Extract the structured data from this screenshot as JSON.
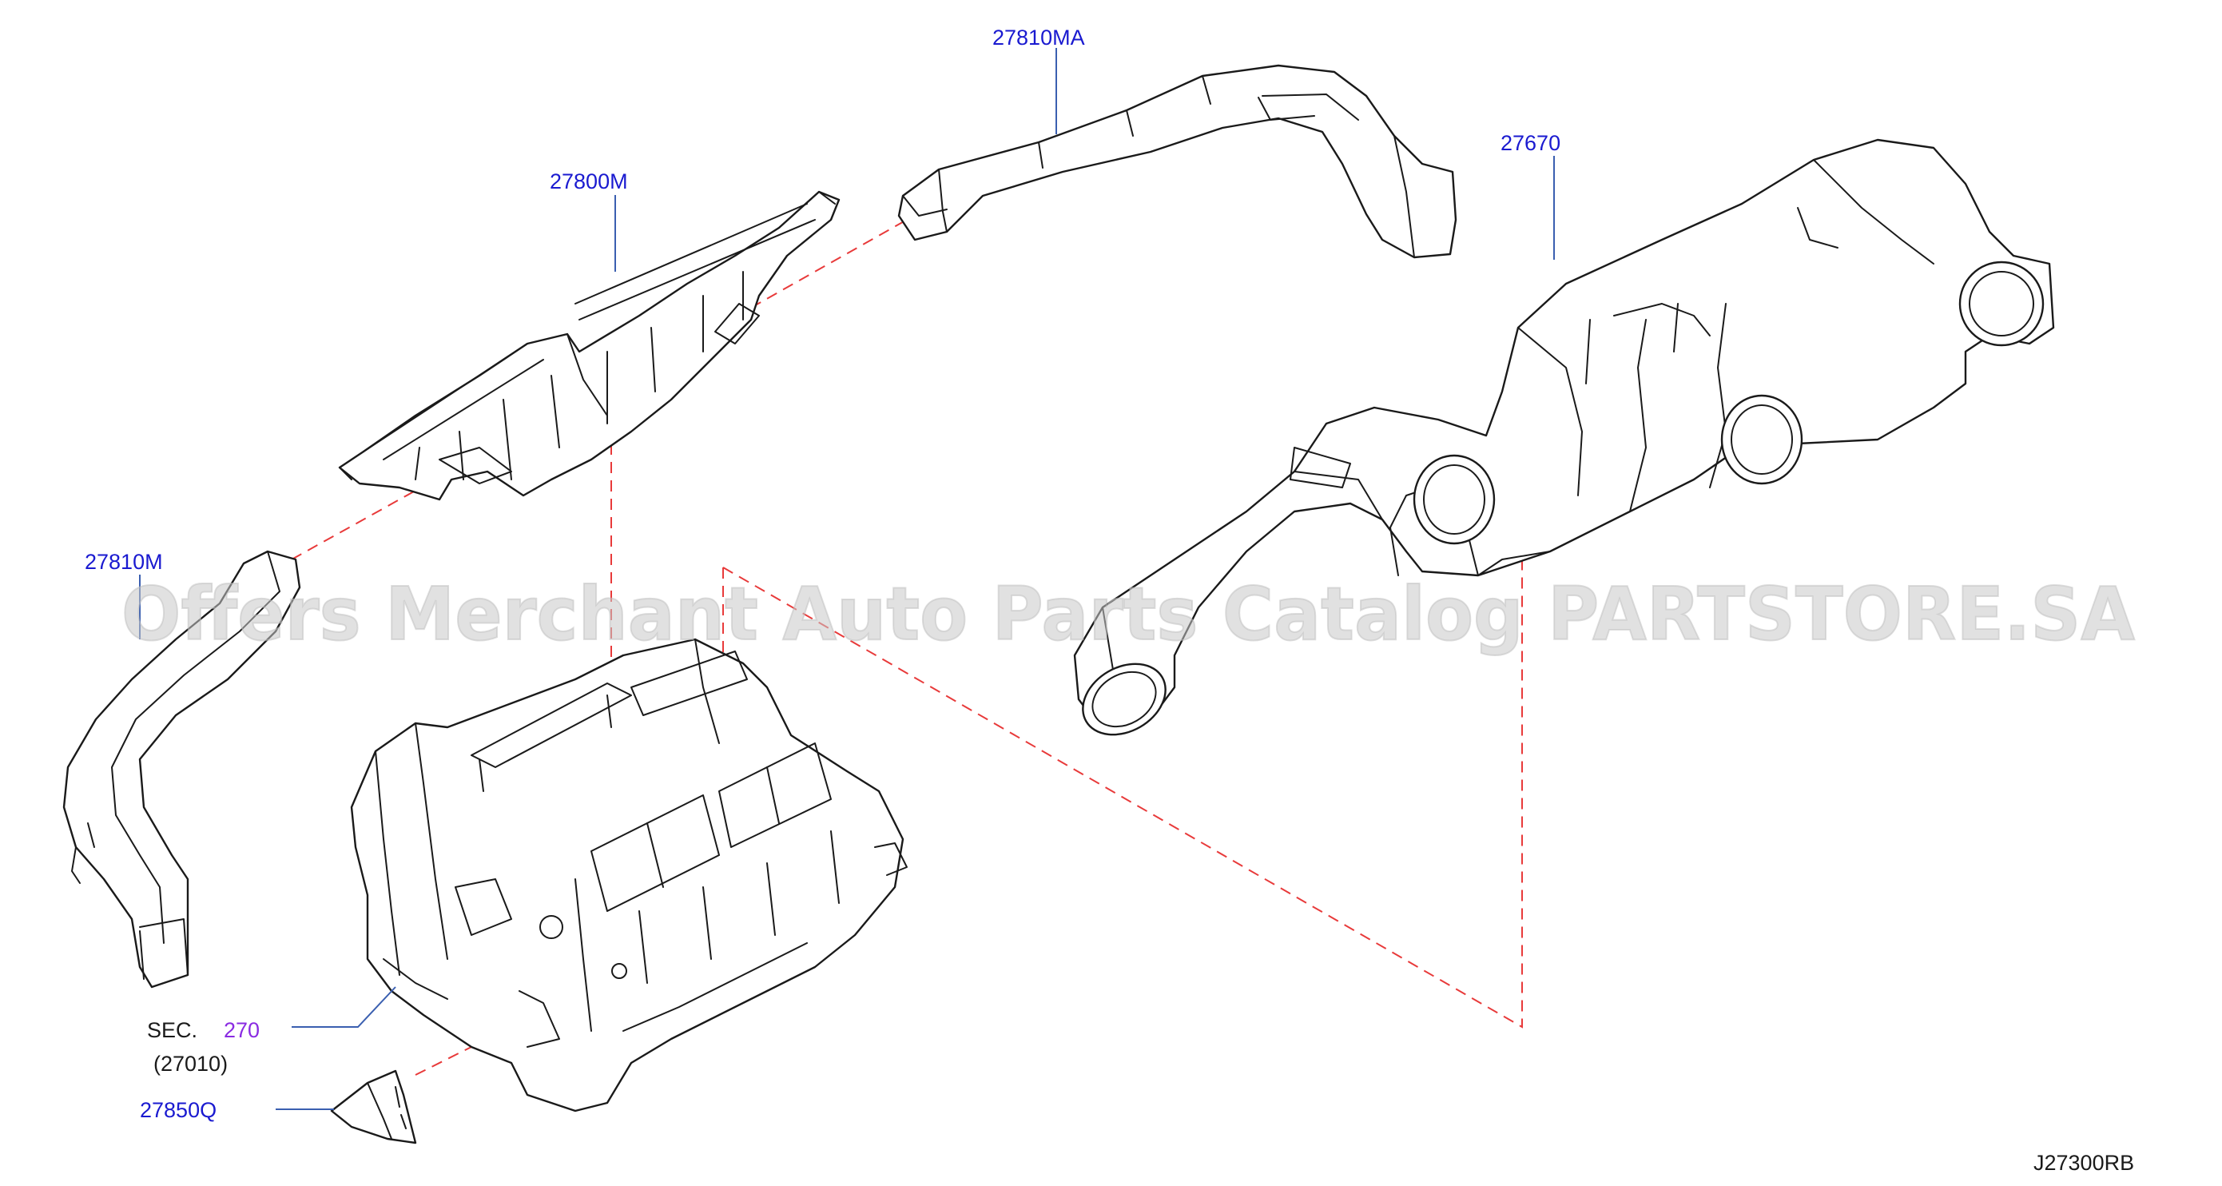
{
  "watermark": "Offers Merchant Auto Parts Catalog PARTSTORE.SA",
  "diagram_code": "J27300RB",
  "colors": {
    "callout": "#1a1ad0",
    "section_ref": "#8a2be2",
    "leader": "#3a5fb0",
    "dashed_assembly_line": "#e83a3a",
    "outline": "#1a1a1a"
  },
  "callouts": {
    "duct_right_upper": "27810MA",
    "nozzle_center": "27800M",
    "duct_left": "27810M",
    "duct_assembly_right": "27670",
    "duct_floor": "27850Q"
  },
  "section_reference": {
    "prefix": "SEC.",
    "number": "270",
    "part": "(27010)"
  }
}
